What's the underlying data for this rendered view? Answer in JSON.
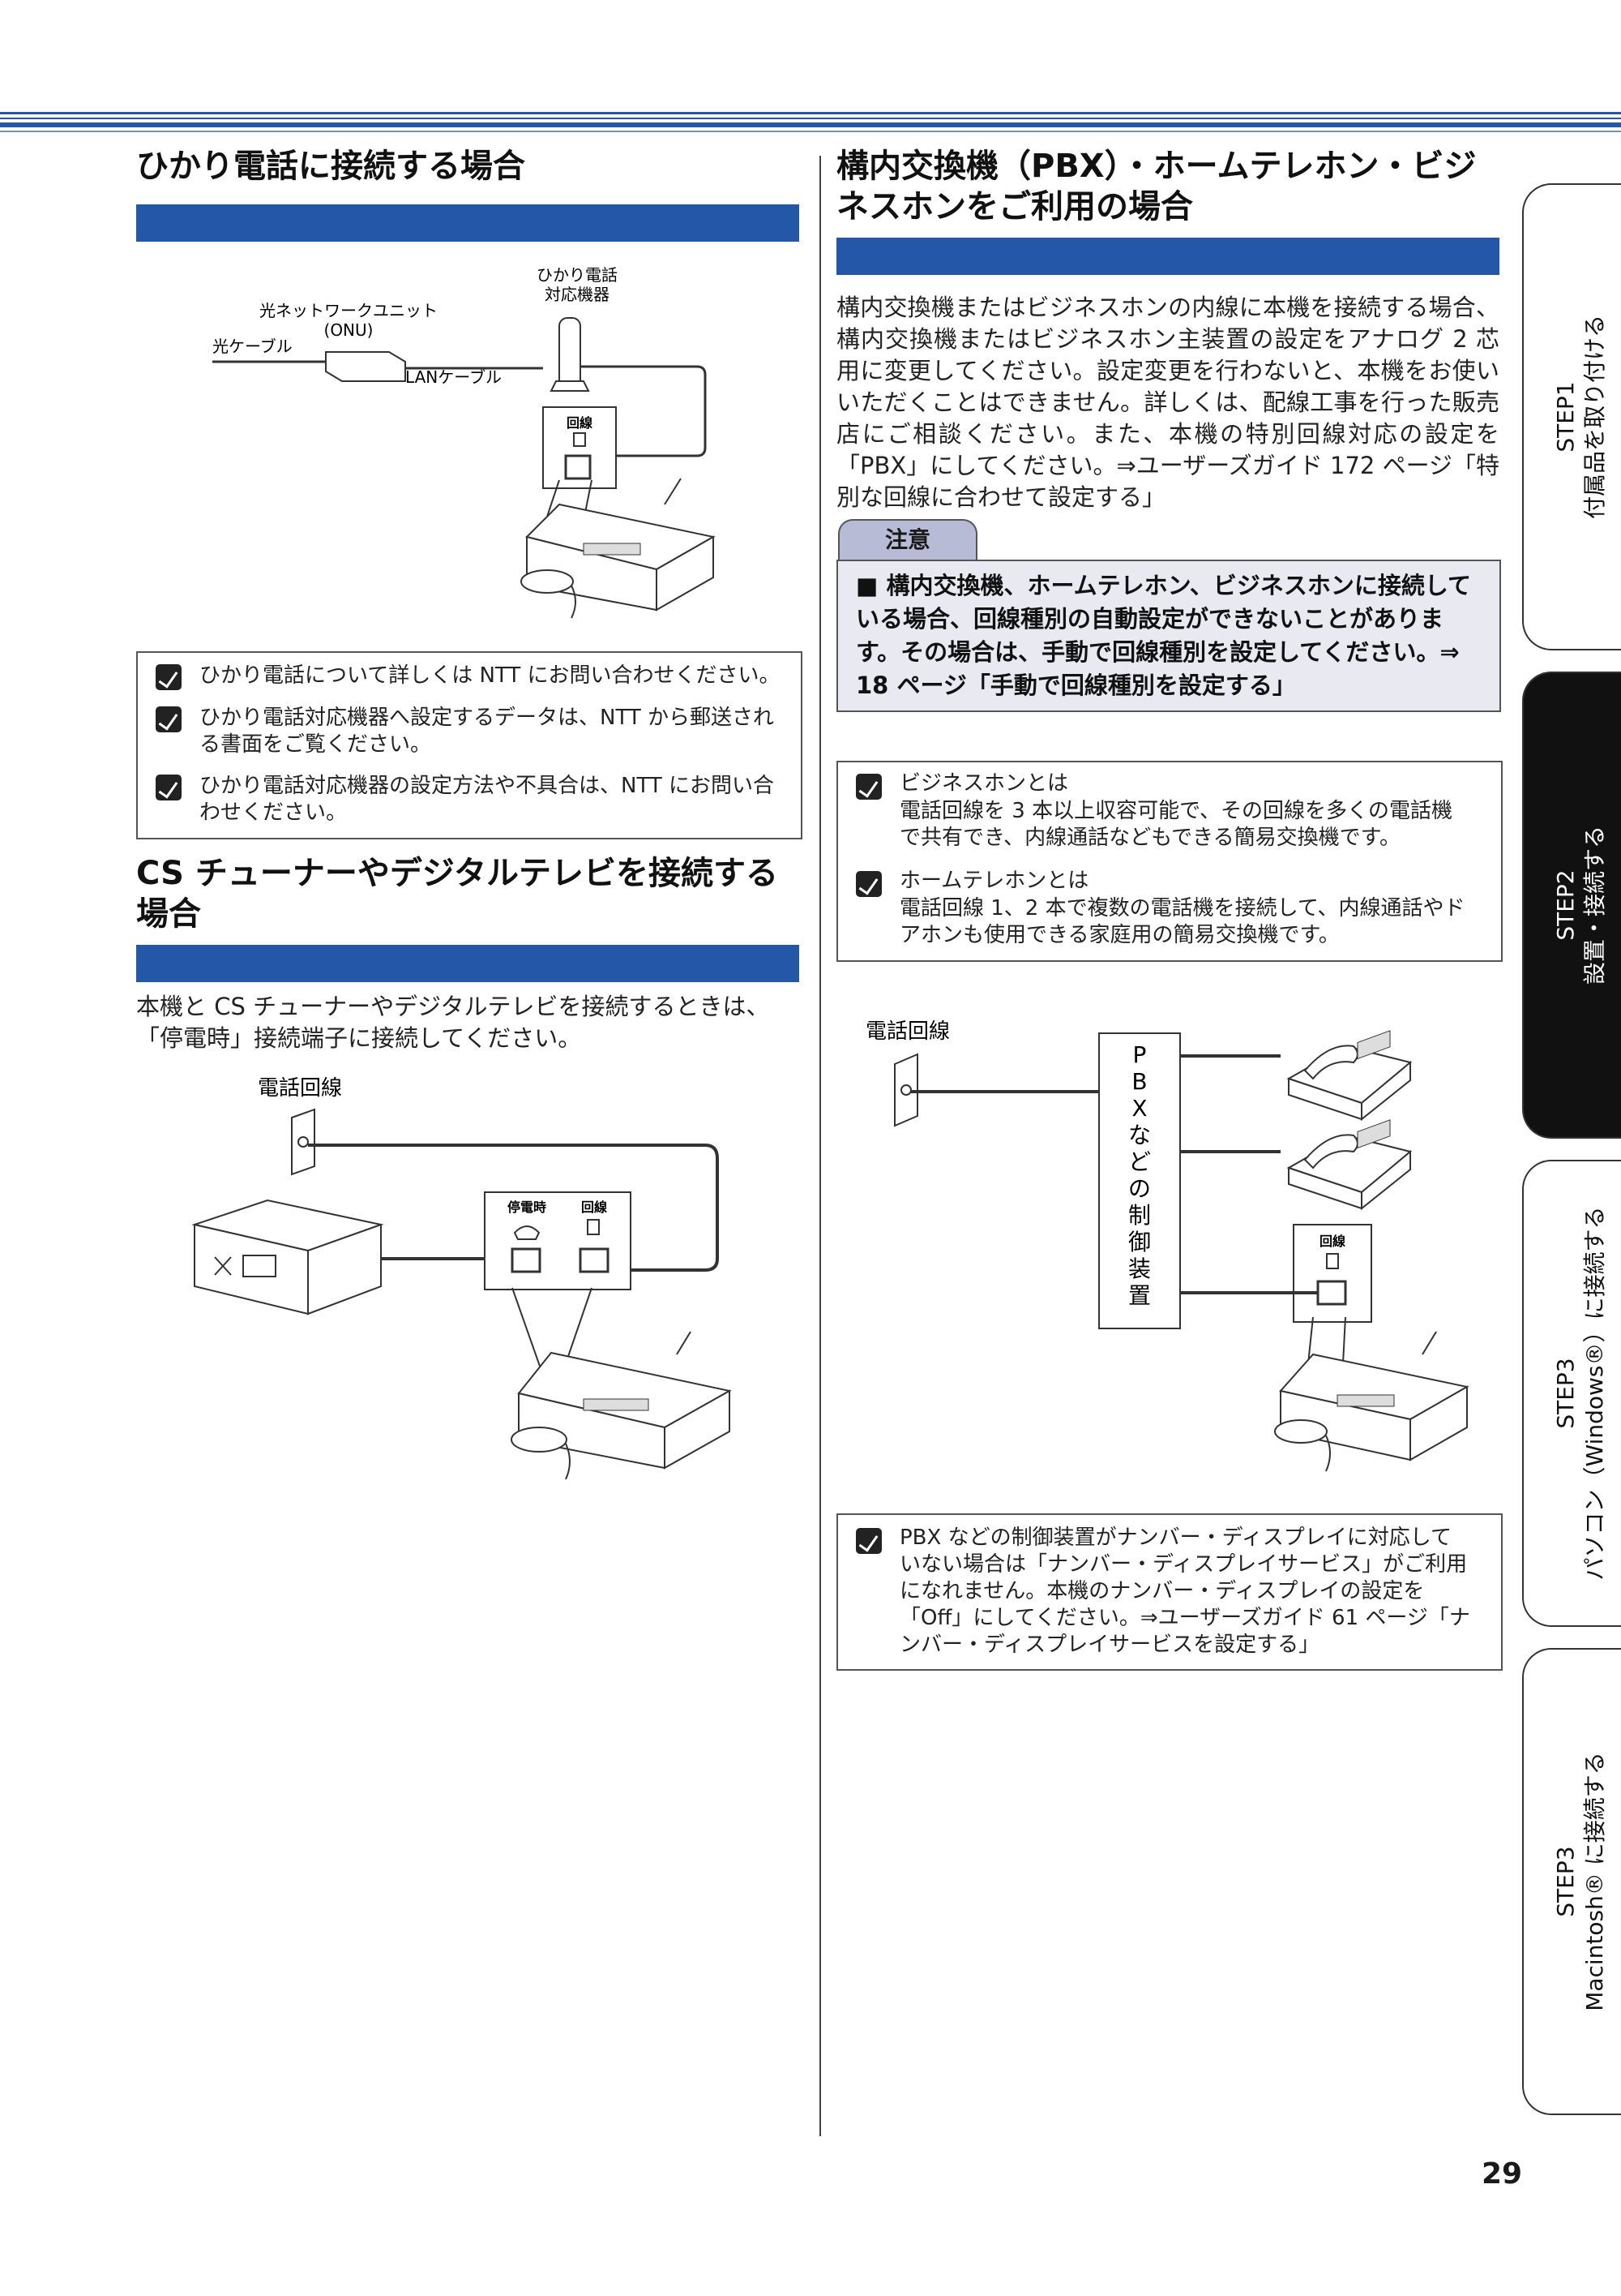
{
  "sec1": {
    "title": "ひかり電話に接続する場合",
    "diagram": {
      "hikari_device": "ひかり電話\n対応機器",
      "onu": "光ネットワークユニット\n(ONU)",
      "fiber": "光ケーブル",
      "lan": "LANケーブル",
      "port": "回線"
    },
    "notes": [
      "ひかり電話について詳しくは NTT にお問い合わせください。",
      "ひかり電話対応機器へ設定するデータは、NTT から郵送される書面をご覧ください。",
      "ひかり電話対応機器の設定方法や不具合は、NTT にお問い合わせください。"
    ]
  },
  "sec2": {
    "title": "CS チューナーやデジタルテレビを接続する場合",
    "body": "本機と CS チューナーやデジタルテレビを接続するときは、「停電時」接続端子に接続してください。",
    "diagram": {
      "line": "電話回線",
      "teiden": "停電時",
      "port": "回線"
    }
  },
  "sec3": {
    "title": "構内交換機（PBX）・ホームテレホン・ビジネスホンをご利用の場合",
    "body": "構内交換機またはビジネスホンの内線に本機を接続する場合、構内交換機またはビジネスホン主装置の設定をアナログ 2 芯用に変更してください。設定変更を行わないと、本機をお使いいただくことはできません。詳しくは、配線工事を行った販売店にご相談ください。また、本機の特別回線対応の設定を「PBX」にしてください。⇒ユーザーズガイド 172 ページ「特別な回線に合わせて設定する」",
    "caution_label": "注意",
    "caution_text": "■ 構内交換機、ホームテレホン、ビジネスホンに接続している場合、回線種別の自動設定ができないことがあります。その場合は、手動で回線種別を設定してください。⇒ 18 ページ「手動で回線種別を設定する」",
    "notes": [
      {
        "head": "ビジネスホンとは",
        "text": "電話回線を 3 本以上収容可能で、その回線を多くの電話機で共有でき、内線通話などもできる簡易交換機です。"
      },
      {
        "head": "ホームテレホンとは",
        "text": "電話回線 1、2 本で複数の電話機を接続して、内線通話やドアホンも使用できる家庭用の簡易交換機です。"
      }
    ],
    "diagram": {
      "line": "電話回線",
      "pbx": "PBXなどの制御装置",
      "port": "回線"
    },
    "note_bottom": "PBX などの制御装置がナンバー・ディスプレイに対応していない場合は「ナンバー・ディスプレイサービス」がご利用になれません。本機のナンバー・ディスプレイの設定を「Off」にしてください。⇒ユーザーズガイド 61 ページ「ナンバー・ディスプレイサービスを設定する」"
  },
  "tabs": [
    {
      "line1": "STEP1",
      "line2": "付属品を取り付ける"
    },
    {
      "line1": "STEP2",
      "line2": "設置・接続する"
    },
    {
      "line1": "STEP3",
      "line2": "パソコン（Windows®）に接続する"
    },
    {
      "line1": "STEP3",
      "line2": "Macintosh® に接続する"
    }
  ],
  "page_number": "29",
  "colors": {
    "band": "#2457a8",
    "caution_bg": "#e8e9f1",
    "caution_tab": "#b8bbd6"
  }
}
